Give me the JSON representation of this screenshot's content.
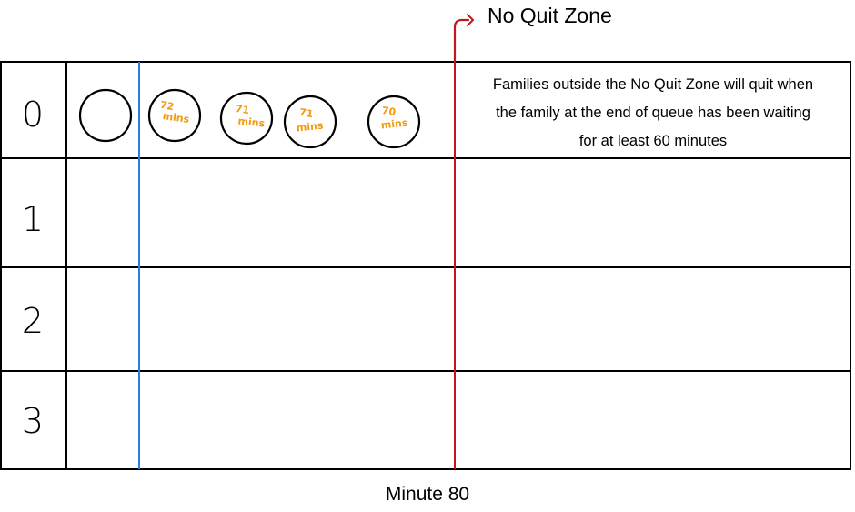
{
  "zone_label": "No Quit Zone",
  "rule_note_lines": [
    "Families outside the No Quit Zone will quit when",
    "the family at the end of queue has been waiting",
    "for at least 60 minutes"
  ],
  "time_label": "Minute 80",
  "rows": [
    "0",
    "1",
    "2",
    "3"
  ],
  "queue_row0": {
    "server_family": {
      "wait": ""
    },
    "waiting_families": [
      {
        "wait_value": "72",
        "wait_unit": "mins"
      },
      {
        "wait_value": "71",
        "wait_unit": "mins"
      },
      {
        "wait_value": "71",
        "wait_unit": "mins"
      },
      {
        "wait_value": "70",
        "wait_unit": "mins"
      }
    ]
  },
  "colors": {
    "grid": "#000000",
    "service_line": "#2a7ee0",
    "no_quit_boundary": "#c0181c",
    "wait_text": "#f39a13"
  }
}
